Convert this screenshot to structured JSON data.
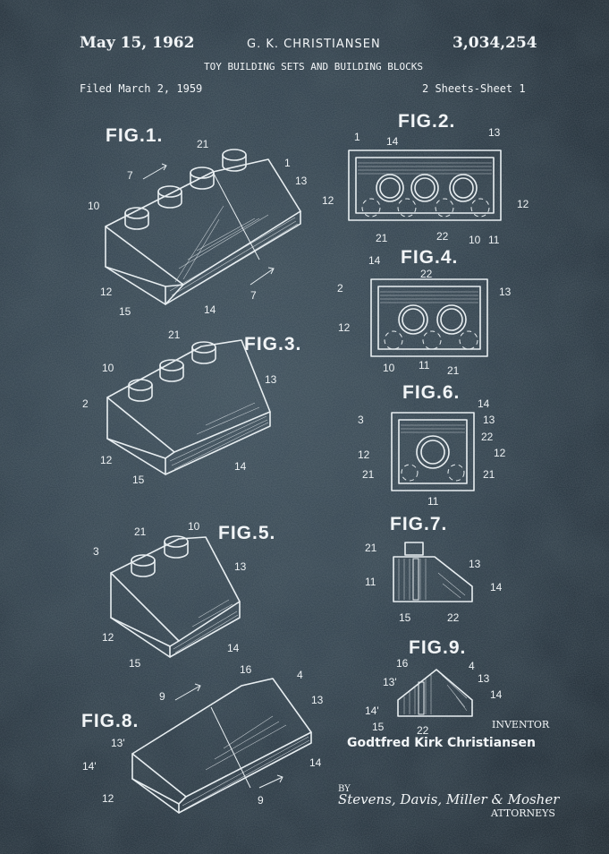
{
  "header": {
    "date": "May 15, 1962",
    "inventor_header": "G. K. CHRISTIANSEN",
    "patent_number": "3,034,254",
    "title": "TOY BUILDING SETS AND BUILDING BLOCKS",
    "filed": "Filed March 2, 1959",
    "sheets": "2 Sheets-Sheet 1"
  },
  "figures": {
    "fig1": "FIG.1.",
    "fig2": "FIG.2.",
    "fig3": "FIG.3.",
    "fig4": "FIG.4.",
    "fig5": "FIG.5.",
    "fig6": "FIG.6.",
    "fig7": "FIG.7.",
    "fig8": "FIG.8.",
    "fig9": "FIG.9."
  },
  "signature": {
    "inventor_label": "INVENTOR",
    "inventor_name": "Godtfred Kirk Christiansen",
    "by": "BY",
    "attorneys_signature": "Stevens, Davis, Miller & Mosher",
    "attorneys_label": "ATTORNEYS"
  },
  "reference_numerals": {
    "fig1": [
      "21",
      "1",
      "7",
      "13",
      "10",
      "12",
      "15",
      "14",
      "7"
    ],
    "fig2": [
      "1",
      "14",
      "13",
      "12",
      "12",
      "21",
      "22",
      "10",
      "11"
    ],
    "fig3": [
      "21",
      "10",
      "13",
      "2",
      "12",
      "15",
      "14"
    ],
    "fig4": [
      "14",
      "22",
      "2",
      "13",
      "12",
      "10",
      "11",
      "21"
    ],
    "fig5": [
      "21",
      "10",
      "3",
      "13",
      "12",
      "15",
      "14"
    ],
    "fig6": [
      "14",
      "3",
      "13",
      "22",
      "12",
      "12",
      "21",
      "21",
      "11"
    ],
    "fig7": [
      "21",
      "13",
      "11",
      "14",
      "15",
      "22"
    ],
    "fig8": [
      "16",
      "4",
      "9",
      "13",
      "13'",
      "14'",
      "14",
      "12",
      "9"
    ],
    "fig9": [
      "16",
      "4",
      "13'",
      "13",
      "14'",
      "14",
      "15",
      "22"
    ]
  },
  "colors": {
    "paper": "#2b3b47",
    "ink": "#e8eef1"
  }
}
